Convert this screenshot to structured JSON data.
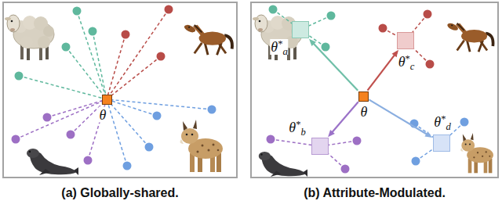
{
  "diagram": {
    "nodes": [
      {
        "text": [
          "(a) Globally-shared."
        ]
      },
      {
        "text": [
          "θ"
        ],
        "in": 0
      },
      {
        "text": [
          "(b) Attribute-Modulated."
        ]
      },
      {
        "text": [
          "θ*a"
        ],
        "in": 2
      },
      {
        "text": [
          "θ*c"
        ],
        "in": 2
      },
      {
        "text": [
          "θ"
        ],
        "in": 2
      },
      {
        "text": [
          "θ*b"
        ],
        "in": 2
      },
      {
        "text": [
          "θ*d"
        ],
        "in": 2
      }
    ],
    "edges": [
      {
        "from": 5,
        "to": 3,
        "arrow": "to"
      },
      {
        "from": 5,
        "to": 4,
        "arrow": "to"
      },
      {
        "from": 5,
        "to": 6,
        "arrow": "to"
      },
      {
        "from": 5,
        "to": 7,
        "arrow": "to"
      }
    ]
  }
}
